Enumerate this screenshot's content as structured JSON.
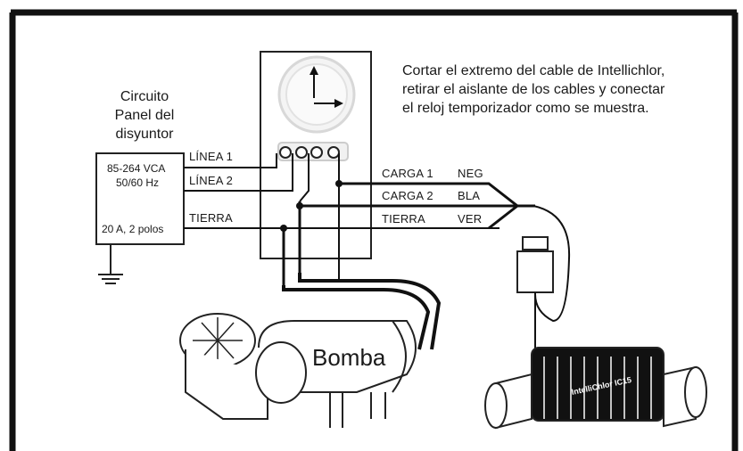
{
  "breaker": {
    "title_line1": "Circuito",
    "title_line2": "Panel del",
    "title_line3": "disyuntor",
    "voltage": "85-264 VCA",
    "frequency": "50/60 Hz",
    "rating": "20 A, 2 polos"
  },
  "instructions": {
    "line1": "Cortar el extremo del cable de Intellichlor,",
    "line2": "retirar el aislante de los cables y conectar",
    "line3": "el reloj temporizador como se muestra."
  },
  "wires_left": {
    "line1": "LÍNEA 1",
    "line2": "LÍNEA 2",
    "ground": "TIERRA"
  },
  "wires_right": {
    "load1": "CARGA 1",
    "load1_color": "NEG",
    "load2": "CARGA 2",
    "load2_color": "BLA",
    "ground": "TIERRA",
    "ground_color": "VER"
  },
  "pump_label": "Bomba",
  "chlorinator_label": "IntelliChlor IC15",
  "colors": {
    "border": "#111111",
    "wire": "#111111",
    "background": "#ffffff"
  }
}
